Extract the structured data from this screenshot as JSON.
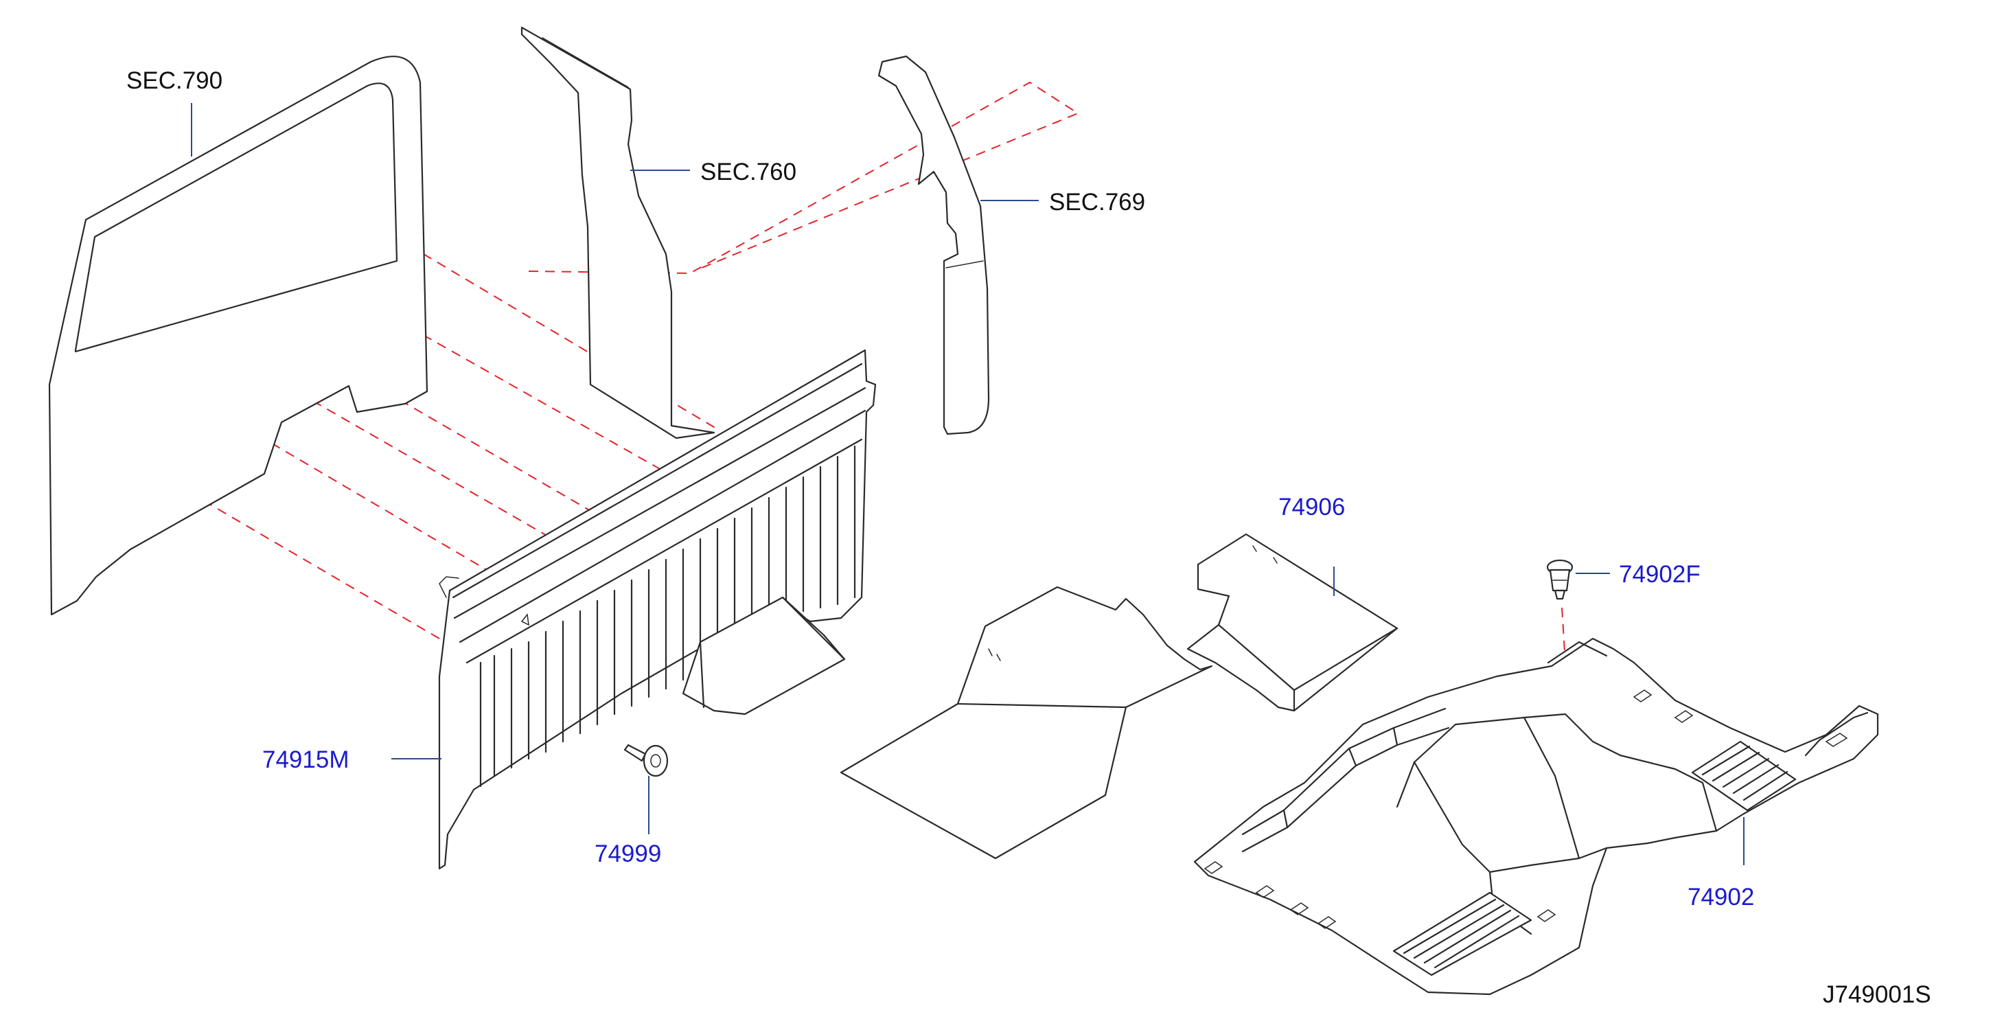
{
  "colors": {
    "part_number_label": "#1a1acc",
    "section_label": "#111111",
    "dashed_guide": "#e3242b",
    "line": "#2a2a2a"
  },
  "labels": {
    "sec_790": "SEC.790",
    "sec_760": "SEC.760",
    "sec_769": "SEC.769",
    "part_74906": "74906",
    "part_74902F": "74902F",
    "part_74915M": "74915M",
    "part_74999": "74999",
    "part_74902": "74902",
    "diagram_code": "J749001S"
  }
}
